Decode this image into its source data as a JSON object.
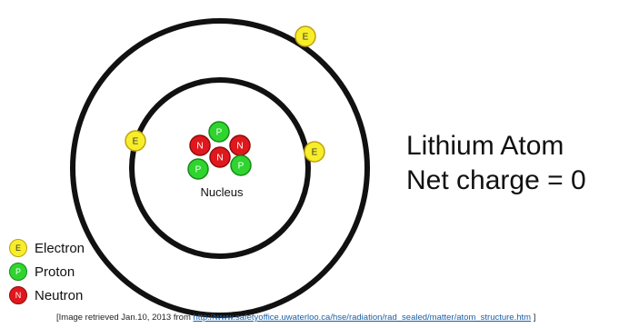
{
  "colors": {
    "electron_fill": "#f7ee2a",
    "electron_stroke": "#c0a010",
    "proton_fill": "#2fd42f",
    "proton_stroke": "#178a17",
    "neutron_fill": "#e0181d",
    "neutron_stroke": "#8c0d0d",
    "orbit": "#111111"
  },
  "particles": {
    "electron_letter": "E",
    "proton_letter": "P",
    "neutron_letter": "N"
  },
  "atom": {
    "nucleus_label": "Nucleus",
    "title_line1": "Lithium Atom",
    "title_line2": "Net charge = 0"
  },
  "legend": [
    {
      "symbol": "E",
      "label": "Electron",
      "kind": "electron"
    },
    {
      "symbol": "P",
      "label": "Proton",
      "kind": "proton"
    },
    {
      "symbol": "N",
      "label": "Neutron",
      "kind": "neutron"
    }
  ],
  "citation": {
    "prefix": "[Image retrieved Jan.10, 2013 from ",
    "link_text": "http://www.safetyoffice.uwaterloo.ca/hse/radiation/rad_sealed/matter/atom_structure.htm",
    "suffix": " ]"
  }
}
